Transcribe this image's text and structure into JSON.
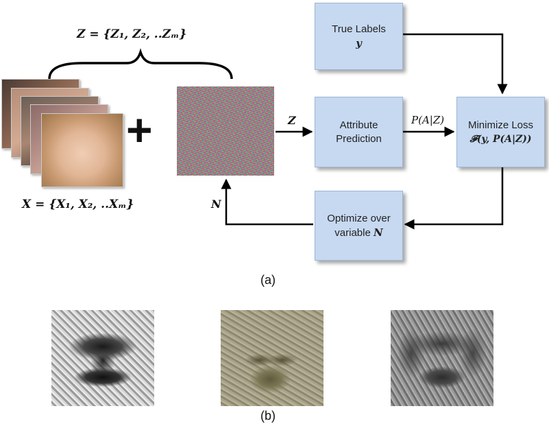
{
  "set_z": "Z = {Z₁, Z₂, ..Zₘ}",
  "set_x": "X = {X₁, X₂, ..Xₘ}",
  "plus": "+",
  "boxes": {
    "true_labels": {
      "line1": "True Labels",
      "line2": "y"
    },
    "attribute_prediction": {
      "line1": "Attribute",
      "line2": "Prediction"
    },
    "minimize_loss": {
      "line1": "Minimize Loss",
      "line2": "𝓕(y, P(A|Z))"
    },
    "optimize": {
      "line1": "Optimize over",
      "line2_prefix": "variable ",
      "line2_var": "N"
    }
  },
  "arrow_labels": {
    "z": "Z",
    "p": "P(A|Z)",
    "n": "N"
  },
  "captions": {
    "a": "(a)",
    "b": "(b)"
  }
}
